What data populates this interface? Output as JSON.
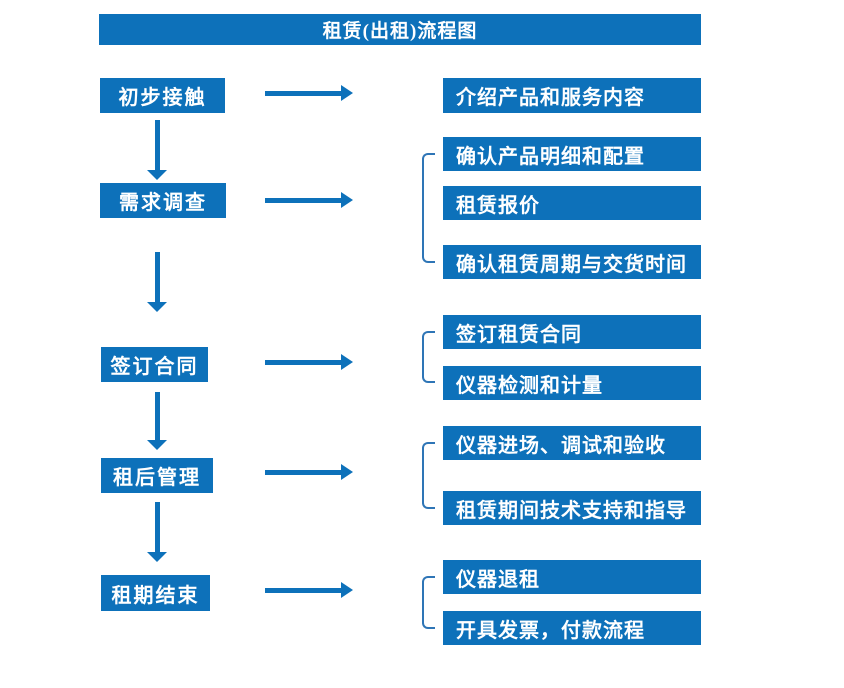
{
  "title": "租赁(出租)流程图",
  "colors": {
    "primary": "#0d71ba",
    "bracket": "#2e75b6",
    "text": "#ffffff",
    "background": "#ffffff"
  },
  "steps": [
    {
      "label": "初步接触",
      "details": [
        "介绍产品和服务内容"
      ]
    },
    {
      "label": "需求调查",
      "details": [
        "确认产品明细和配置",
        "租赁报价",
        "确认租赁周期与交货时间"
      ]
    },
    {
      "label": "签订合同",
      "details": [
        "签订租赁合同",
        "仪器检测和计量"
      ]
    },
    {
      "label": "租后管理",
      "details": [
        "仪器进场、调试和验收",
        "租赁期间技术支持和指导"
      ]
    },
    {
      "label": "租期结束",
      "details": [
        "仪器退租",
        "开具发票，付款流程"
      ]
    }
  ]
}
